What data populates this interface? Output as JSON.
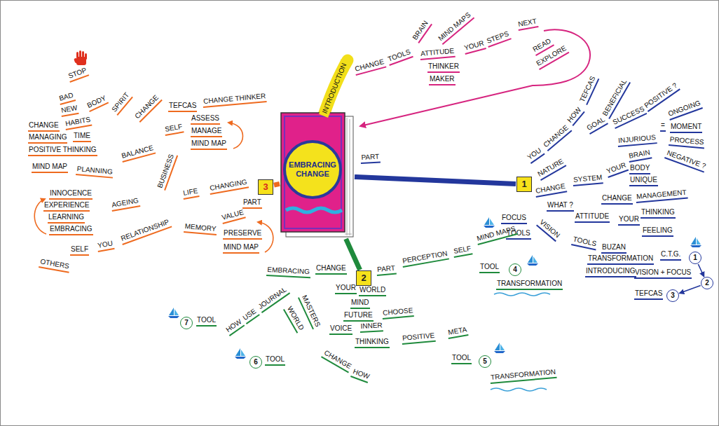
{
  "diagram": {
    "nodes": [
      {
        "text": [
          "EMBRACING CHANGE"
        ]
      },
      {
        "text": [
          "1"
        ]
      },
      {
        "text": [
          "2"
        ]
      },
      {
        "text": [
          "3"
        ]
      },
      {
        "text": [
          "1"
        ]
      },
      {
        "text": [
          "2"
        ]
      },
      {
        "text": [
          "3"
        ]
      },
      {
        "text": [
          "4"
        ]
      },
      {
        "text": [
          "5"
        ]
      },
      {
        "text": [
          "6"
        ]
      },
      {
        "text": [
          "7"
        ]
      }
    ],
    "edges": [
      {
        "from": 0,
        "to": 1,
        "arrow": "none"
      },
      {
        "from": 0,
        "to": 2,
        "arrow": "none"
      },
      {
        "from": 0,
        "to": 3,
        "arrow": "none"
      },
      {
        "from": 4,
        "to": 5,
        "arrow": "to"
      },
      {
        "from": 5,
        "to": 6,
        "arrow": "to"
      }
    ],
    "labels": [
      "INTRODUCTION",
      "CHANGE",
      "TOOLS",
      "BRAIN",
      "MIND MAPS",
      "ATTITUDE",
      "YOUR",
      "STEPS",
      "NEXT",
      "THINKER",
      "MAKER",
      "READ",
      "EXPLORE",
      "PART",
      "CHANGE",
      "YOU",
      "CHANGE",
      "HOW",
      "TEFCAS",
      "GOAL",
      "BENEFICIAL",
      "SUCCESS",
      "POSITIVE ?",
      "INJURIOUS",
      "=",
      "ONGOING",
      "MOMENT",
      "PROCESS",
      "NEGATIVE ?",
      "NATURE",
      "SYSTEM",
      "YOUR",
      "BRAIN",
      "BODY",
      "UNIQUE",
      "CHANGE",
      "MANAGEMENT",
      "WHAT ?",
      "FOCUS",
      "TOOLS",
      "VISION",
      "ATTITUDE",
      "YOUR",
      "THINKING",
      "FEELING",
      "TOOLS",
      "BUZAN",
      "TRANSFORMATION",
      "C.T.G.",
      "INTRODUCING",
      "VISION + FOCUS",
      "TEFCAS",
      "CHANGE",
      "PART",
      "EMBRACING",
      "PERCEPTION",
      "SELF",
      "MIND MAPS",
      "TOOL",
      "TRANSFORMATION",
      "YOUR",
      "WORLD",
      "MIND",
      "FUTURE",
      "CHOOSE",
      "VOICE",
      "INNER",
      "THINKING",
      "POSITIVE",
      "META",
      "TOOL",
      "TRANSFORMATION",
      "MASTERS",
      "WORLD",
      "CHANGE",
      "HOW",
      "TOOL",
      "JOURNAL",
      "USE",
      "HOW",
      "TOOL",
      "STOP",
      "BAD",
      "NEW",
      "BODY",
      "SPIRIT",
      "CHANGE",
      "HABITS",
      "MANAGING",
      "TIME",
      "POSITIVE THINKING",
      "BALANCE",
      "CHANGE",
      "SELF",
      "BUSINESS",
      "TEFCAS",
      "CHANGE THINKER",
      "ASSESS",
      "MANAGE",
      "MIND MAP",
      "PLANNING",
      "MIND MAP",
      "LIFE",
      "CHANGING",
      "AGEING",
      "INNOCENCE",
      "EXPERIENCE",
      "LEARNING",
      "EMBRACING",
      "RELATIONSHIP",
      "YOU",
      "SELF",
      "OTHERS",
      "MEMORY",
      "VALUE",
      "PRESERVE",
      "MIND MAP",
      "PART"
    ]
  }
}
